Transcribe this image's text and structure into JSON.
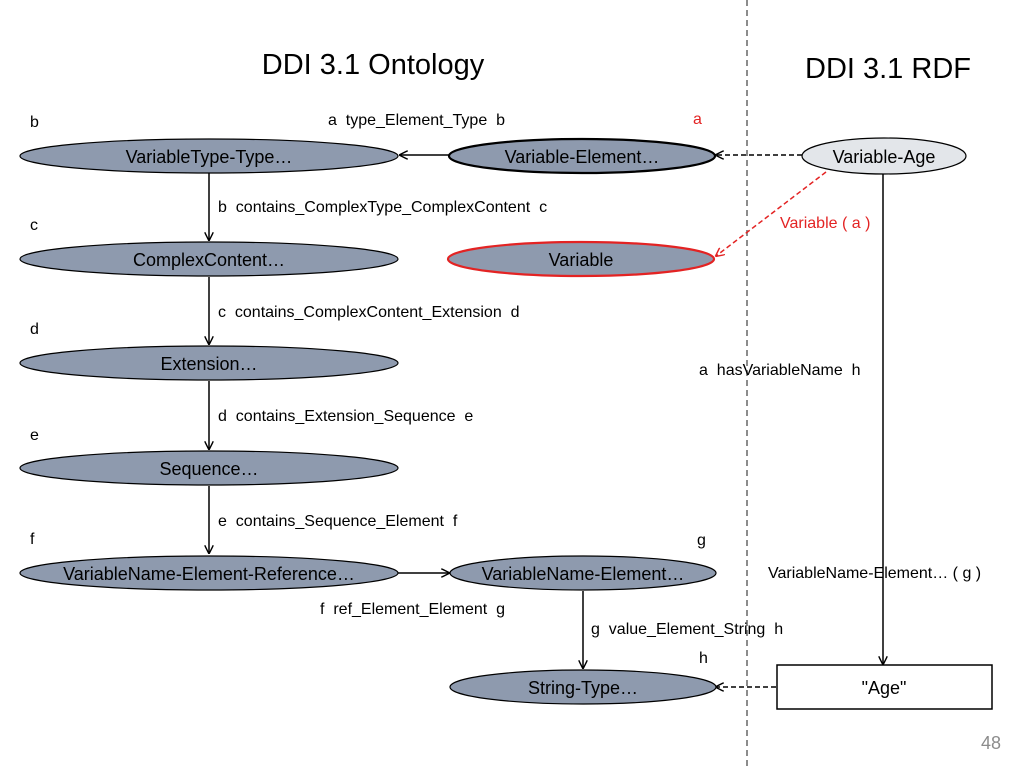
{
  "titles": {
    "left": "DDI 3.1 Ontology",
    "right": "DDI 3.1 RDF"
  },
  "nodes": {
    "variable_type_type": "VariableType-Type…",
    "variable_element": "Variable-Element…",
    "variable_age": "Variable-Age",
    "complex_content": "ComplexContent…",
    "variable": "Variable",
    "extension": "Extension…",
    "sequence": "Sequence…",
    "variable_name_element_reference": "VariableName-Element-Reference…",
    "variable_name_element": "VariableName-Element…",
    "string_type": "String-Type…",
    "age_literal": "\"Age\""
  },
  "variable_letters": {
    "b": "b",
    "a": "a",
    "c": "c",
    "d": "d",
    "e": "e",
    "f": "f",
    "g": "g",
    "h": "h"
  },
  "edge_labels": {
    "type_element_type": "a  type_Element_Type  b",
    "contains_complextype_complexcontent": "b  contains_ComplexType_ComplexContent  c",
    "contains_complexcontent_extension": "c  contains_ComplexContent_Extension  d",
    "contains_extension_sequence": "d  contains_Extension_Sequence  e",
    "contains_sequence_element": "e  contains_Sequence_Element  f",
    "ref_element_element": "f  ref_Element_Element  g",
    "value_element_string": "g  value_Element_String  h",
    "variable_a": "Variable ( a )",
    "has_variable_name": "a  hasVariableName  h",
    "variable_name_element_g": "VariableName-Element… ( g )"
  },
  "page_number": "48",
  "colors": {
    "class_fill": "#8e9aae",
    "instance_fill": "#e3e6ea",
    "highlight": "#e32323",
    "stroke": "#000000",
    "divider": "#8c8c8c",
    "page_number": "#8c8c8c"
  }
}
